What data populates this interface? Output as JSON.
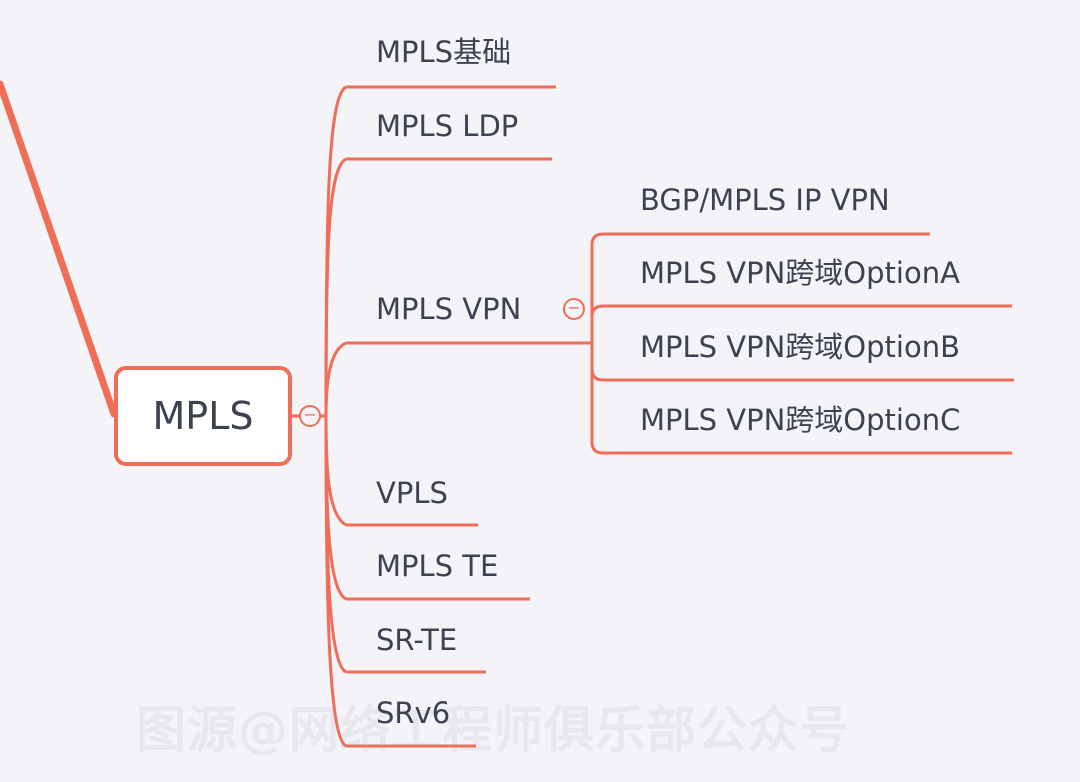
{
  "root": {
    "label": "MPLS"
  },
  "branches": [
    {
      "label": "MPLS基础"
    },
    {
      "label": "MPLS LDP"
    },
    {
      "label": "MPLS VPN",
      "children": [
        {
          "label": "BGP/MPLS IP VPN"
        },
        {
          "label": "MPLS VPN跨域OptionA"
        },
        {
          "label": "MPLS VPN跨域OptionB"
        },
        {
          "label": "MPLS VPN跨域OptionC"
        }
      ]
    },
    {
      "label": "VPLS"
    },
    {
      "label": "MPLS TE"
    },
    {
      "label": "SR-TE"
    },
    {
      "label": "SRv6"
    }
  ],
  "collapse_symbol": "−",
  "watermark": "图源@网络工程师俱乐部公众号",
  "colors": {
    "line": "#f06d57",
    "text": "#3d4251",
    "background": "#f3f3f8"
  }
}
